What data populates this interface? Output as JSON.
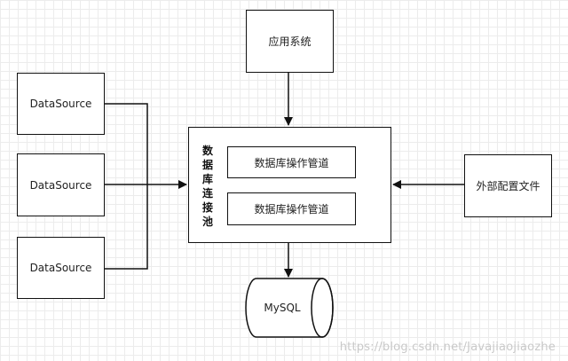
{
  "nodes": {
    "app_system": "应用系统",
    "datasources": [
      "DataSource",
      "DataSource",
      "DataSource"
    ],
    "pool": {
      "label": "数据库连接池",
      "pipes": [
        "数据库操作管道",
        "数据库操作管道"
      ]
    },
    "external_config": "外部配置文件",
    "database": "MySQL"
  },
  "watermark": "https://blog.csdn.net/Javajiaojiaozhe"
}
